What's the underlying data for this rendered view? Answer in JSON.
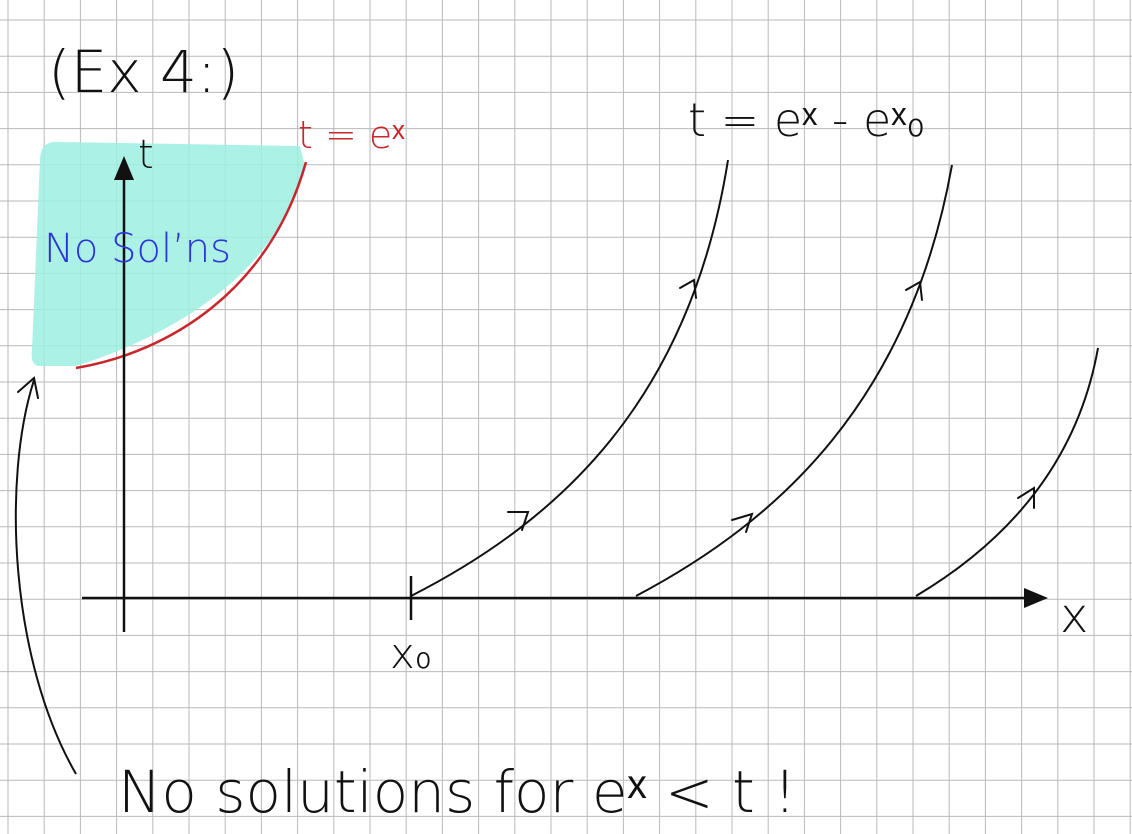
{
  "title": "(Ex 4:)",
  "labels": {
    "t_axis": "t",
    "x_axis": "x",
    "x0": "x₀",
    "boundary": "t = eˣ",
    "characteristics": "t = eˣ - eˣ₀",
    "region": "No Sol’ns",
    "footer": "No solutions for eˣ < t !"
  },
  "colors": {
    "grid": "#b9b9b9",
    "ink": "#111111",
    "boundary": "#c8262b",
    "region_fill": "#9deee2",
    "region_text": "#2d35d8"
  }
}
